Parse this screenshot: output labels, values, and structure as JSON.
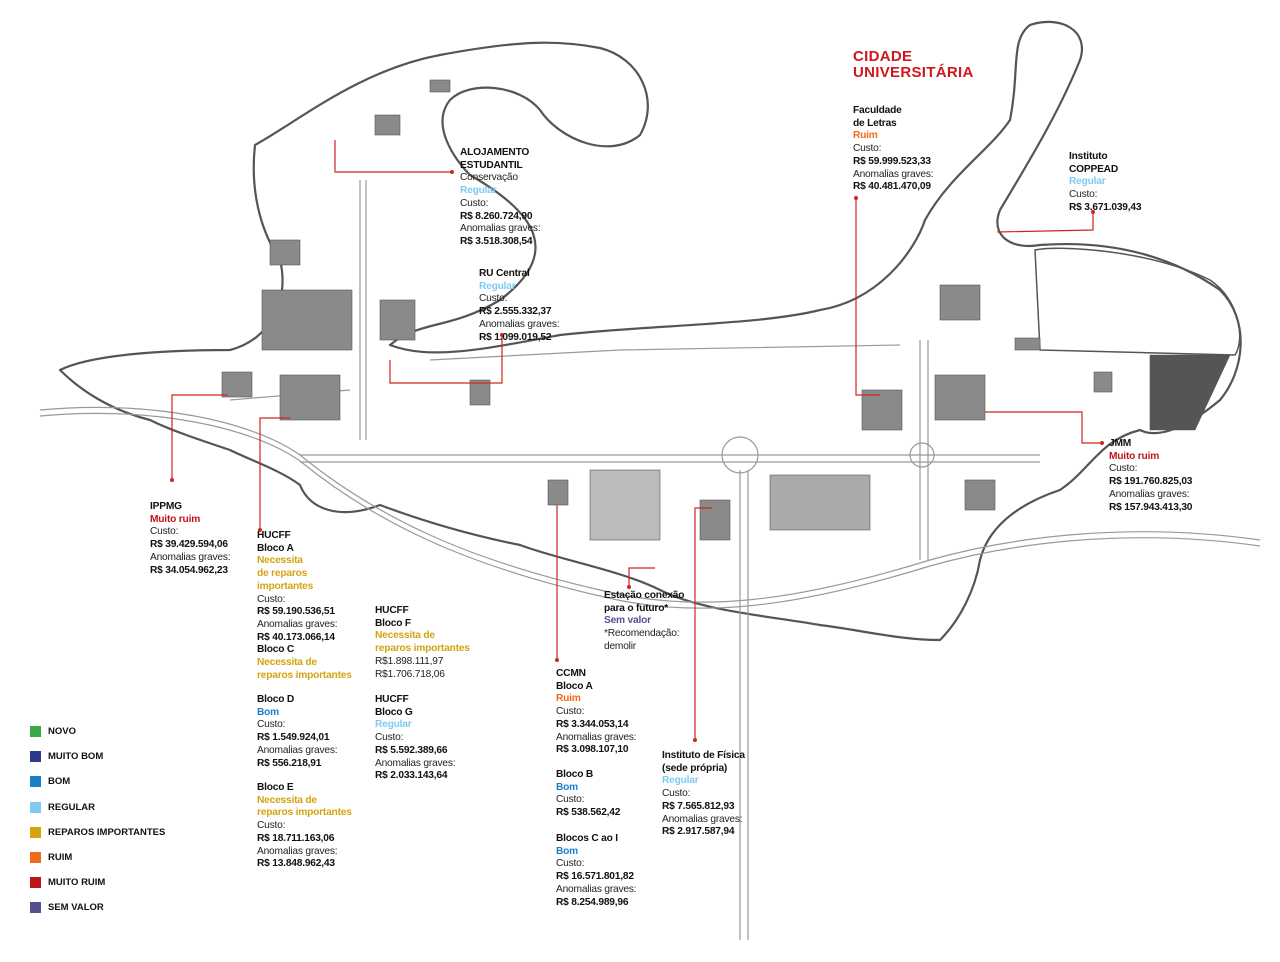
{
  "title": [
    "CIDADE",
    "UNIVERSITÁRIA"
  ],
  "status_colors": {
    "novo": "#3aa845",
    "muito_bom": "#2b3a8c",
    "bom": "#1a7fc9",
    "regular": "#7fcbef",
    "reparos": "#d4a311",
    "ruim": "#f06a1a",
    "muito_ruim": "#c0141b",
    "sem_valor": "#54508f"
  },
  "accent_line_color": "#d0261e",
  "legend": [
    {
      "key": "novo",
      "label": "NOVO"
    },
    {
      "key": "muito_bom",
      "label": "MUITO BOM"
    },
    {
      "key": "bom",
      "label": "BOM"
    },
    {
      "key": "regular",
      "label": "REGULAR"
    },
    {
      "key": "reparos",
      "label": "REPAROS IMPORTANTES"
    },
    {
      "key": "ruim",
      "label": "RUIM"
    },
    {
      "key": "muito_ruim",
      "label": "MUITO RUIM"
    },
    {
      "key": "sem_valor",
      "label": "SEM VALOR"
    }
  ],
  "labels": [
    {
      "id": "alojamento-estudantil",
      "lines": [
        {
          "t": "name",
          "text": "ALOJAMENTO"
        },
        {
          "t": "name",
          "text": "ESTUDANTIL"
        },
        {
          "t": "text",
          "text": "Conservação"
        },
        {
          "t": "status",
          "s": "regular",
          "text": "Regular"
        },
        {
          "t": "text",
          "text": "Custo:"
        },
        {
          "t": "value",
          "text": "R$ 8.260.724,90"
        },
        {
          "t": "text",
          "text": "Anomalias graves:"
        },
        {
          "t": "value",
          "text": "R$ 3.518.308,54"
        }
      ]
    },
    {
      "id": "ru-central",
      "lines": [
        {
          "t": "name",
          "text": "RU Central"
        },
        {
          "t": "status",
          "s": "regular",
          "text": "Regular"
        },
        {
          "t": "text",
          "text": "Custo:"
        },
        {
          "t": "value",
          "text": "R$ 2.555.332,37"
        },
        {
          "t": "text",
          "text": "Anomalias graves:"
        },
        {
          "t": "value",
          "text": "R$ 1.099.019,52"
        }
      ]
    },
    {
      "id": "faculdade-de-letras",
      "lines": [
        {
          "t": "name",
          "text": "Faculdade"
        },
        {
          "t": "name",
          "text": "de Letras"
        },
        {
          "t": "status",
          "s": "ruim",
          "text": "Ruim"
        },
        {
          "t": "text",
          "text": "Custo:"
        },
        {
          "t": "value",
          "text": "R$ 59.999.523,33"
        },
        {
          "t": "text",
          "text": "Anomalias graves:"
        },
        {
          "t": "value",
          "text": "R$ 40.481.470,09"
        }
      ]
    },
    {
      "id": "instituto-coppead",
      "lines": [
        {
          "t": "name",
          "text": "Instituto"
        },
        {
          "t": "name",
          "text": "COPPEAD"
        },
        {
          "t": "status",
          "s": "regular",
          "text": "Regular"
        },
        {
          "t": "text",
          "text": "Custo:"
        },
        {
          "t": "value",
          "text": "R$ 3.671.039,43"
        }
      ]
    },
    {
      "id": "jmm",
      "lines": [
        {
          "t": "name",
          "text": "JMM"
        },
        {
          "t": "status",
          "s": "muito_ruim",
          "text": "Muito ruim"
        },
        {
          "t": "text",
          "text": "Custo:"
        },
        {
          "t": "value",
          "text": "R$ 191.760.825,03"
        },
        {
          "t": "text",
          "text": "Anomalias graves:"
        },
        {
          "t": "value",
          "text": "R$ 157.943.413,30"
        }
      ]
    },
    {
      "id": "ippmg",
      "lines": [
        {
          "t": "name",
          "text": "IPPMG"
        },
        {
          "t": "status",
          "s": "muito_ruim",
          "text": "Muito ruim"
        },
        {
          "t": "text",
          "text": "Custo:"
        },
        {
          "t": "value",
          "text": "R$ 39.429.594,06"
        },
        {
          "t": "text",
          "text": "Anomalias graves:"
        },
        {
          "t": "value",
          "text": "R$ 34.054.962,23"
        }
      ]
    },
    {
      "id": "hucff-bloco-a-c",
      "lines": [
        {
          "t": "name",
          "text": "HUCFF"
        },
        {
          "t": "name",
          "text": "Bloco A"
        },
        {
          "t": "status",
          "s": "reparos",
          "text": "Necessita"
        },
        {
          "t": "status",
          "s": "reparos",
          "text": "de reparos"
        },
        {
          "t": "status",
          "s": "reparos",
          "text": "importantes"
        },
        {
          "t": "text",
          "text": "Custo:"
        },
        {
          "t": "value",
          "text": "R$ 59.190.536,51"
        },
        {
          "t": "text",
          "text": "Anomalias graves:"
        },
        {
          "t": "value",
          "text": "R$ 40.173.066,14"
        },
        {
          "t": "name",
          "text": "Bloco C"
        },
        {
          "t": "status",
          "s": "reparos",
          "text": "Necessita de"
        },
        {
          "t": "status",
          "s": "reparos",
          "text": "reparos importantes"
        }
      ]
    },
    {
      "id": "hucff-bloco-d",
      "lines": [
        {
          "t": "name",
          "text": "Bloco D"
        },
        {
          "t": "status",
          "s": "bom",
          "text": "Bom"
        },
        {
          "t": "text",
          "text": "Custo:"
        },
        {
          "t": "value",
          "text": "R$ 1.549.924,01"
        },
        {
          "t": "text",
          "text": "Anomalias graves:"
        },
        {
          "t": "value",
          "text": "R$ 556.218,91"
        }
      ]
    },
    {
      "id": "hucff-bloco-e",
      "lines": [
        {
          "t": "name",
          "text": "Bloco E"
        },
        {
          "t": "status",
          "s": "reparos",
          "text": "Necessita de"
        },
        {
          "t": "status",
          "s": "reparos",
          "text": "reparos importantes"
        },
        {
          "t": "text",
          "text": "Custo:"
        },
        {
          "t": "value",
          "text": "R$ 18.711.163,06"
        },
        {
          "t": "text",
          "text": "Anomalias graves:"
        },
        {
          "t": "value",
          "text": "R$ 13.848.962,43"
        }
      ]
    },
    {
      "id": "hucff-bloco-f",
      "lines": [
        {
          "t": "name",
          "text": "HUCFF"
        },
        {
          "t": "name",
          "text": "Bloco F"
        },
        {
          "t": "status",
          "s": "reparos",
          "text": "Necessita de"
        },
        {
          "t": "status",
          "s": "reparos",
          "text": "reparos importantes"
        },
        {
          "t": "text",
          "text": "R$1.898.111,97"
        },
        {
          "t": "text",
          "text": "R$1.706.718,06"
        }
      ]
    },
    {
      "id": "hucff-bloco-g",
      "lines": [
        {
          "t": "name",
          "text": "HUCFF"
        },
        {
          "t": "name",
          "text": "Bloco G"
        },
        {
          "t": "status",
          "s": "regular",
          "text": "Regular"
        },
        {
          "t": "text",
          "text": "Custo:"
        },
        {
          "t": "value",
          "text": "R$ 5.592.389,66"
        },
        {
          "t": "text",
          "text": "Anomalias graves:"
        },
        {
          "t": "value",
          "text": "R$ 2.033.143,64"
        }
      ]
    },
    {
      "id": "estacao-conexao",
      "lines": [
        {
          "t": "name",
          "text": "Estação conexão"
        },
        {
          "t": "name",
          "text": "para o futuro*"
        },
        {
          "t": "status",
          "s": "sem_valor",
          "text": "Sem valor"
        },
        {
          "t": "text",
          "text": "*Recomendação:"
        },
        {
          "t": "text",
          "text": "demolir"
        }
      ]
    },
    {
      "id": "ccmn-bloco-a",
      "lines": [
        {
          "t": "name",
          "text": "CCMN"
        },
        {
          "t": "name",
          "text": "Bloco A"
        },
        {
          "t": "status",
          "s": "ruim",
          "text": "Ruim"
        },
        {
          "t": "text",
          "text": "Custo:"
        },
        {
          "t": "value",
          "text": "R$ 3.344.053,14"
        },
        {
          "t": "text",
          "text": "Anomalias graves:"
        },
        {
          "t": "value",
          "text": "R$ 3.098.107,10"
        }
      ]
    },
    {
      "id": "ccmn-bloco-b",
      "lines": [
        {
          "t": "name",
          "text": "Bloco B"
        },
        {
          "t": "status",
          "s": "bom",
          "text": "Bom"
        },
        {
          "t": "text",
          "text": "Custo:"
        },
        {
          "t": "value",
          "text": "R$ 538.562,42"
        }
      ]
    },
    {
      "id": "ccmn-blocos-c-i",
      "lines": [
        {
          "t": "name",
          "text": "Blocos C ao I"
        },
        {
          "t": "status",
          "s": "bom",
          "text": "Bom"
        },
        {
          "t": "text",
          "text": "Custo:"
        },
        {
          "t": "value",
          "text": "R$ 16.571.801,82"
        },
        {
          "t": "text",
          "text": "Anomalias graves:"
        },
        {
          "t": "value",
          "text": "R$ 8.254.989,96"
        }
      ]
    },
    {
      "id": "instituto-de-fisica",
      "lines": [
        {
          "t": "name",
          "text": "Instituto de Física"
        },
        {
          "t": "name",
          "text": "(sede própria)"
        },
        {
          "t": "status",
          "s": "regular",
          "text": "Regular"
        },
        {
          "t": "text",
          "text": "Custo:"
        },
        {
          "t": "value",
          "text": "R$ 7.565.812,93"
        },
        {
          "t": "text",
          "text": "Anomalias graves:"
        },
        {
          "t": "value",
          "text": "R$ 2.917.587,94"
        }
      ]
    }
  ]
}
